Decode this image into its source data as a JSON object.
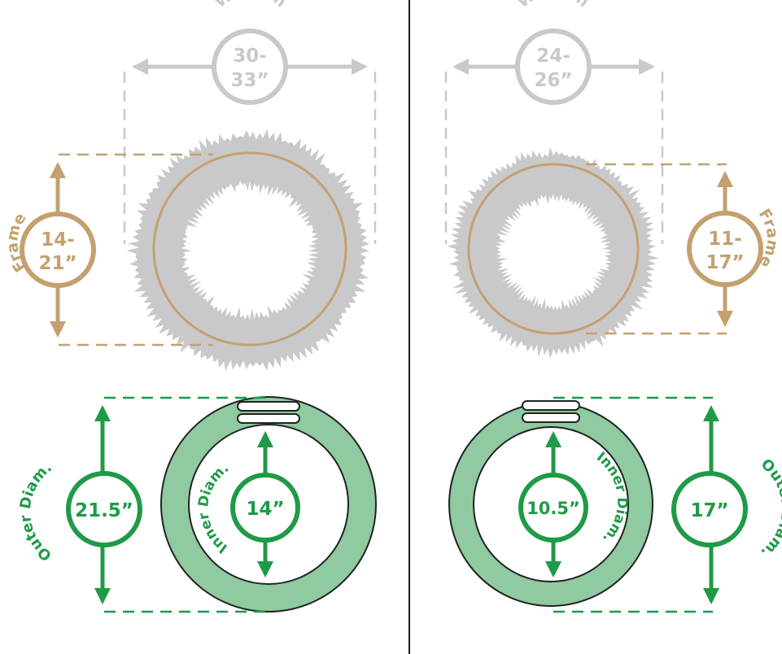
{
  "colors": {
    "wreath": "#c9c9cc",
    "wreath_dim": "#bdbdc0",
    "frame": "#c4a06f",
    "green": "#1f9a47",
    "green_fill": "#8fcaa0",
    "divider": "#1a1a1a",
    "outline": "#222222"
  },
  "panels": [
    {
      "side": "left",
      "wreath": {
        "label": "Wreath",
        "value_line1": "30-",
        "value_line2": "33”"
      },
      "frame": {
        "label": "Frame",
        "value_line1": "14-",
        "value_line2": "21”"
      },
      "outer_diameter": {
        "label": "Outer Diam.",
        "value": "21.5”"
      },
      "inner_diameter": {
        "label": "Inner Diam.",
        "value": "14”"
      }
    },
    {
      "side": "right",
      "wreath": {
        "label": "Wreath",
        "value_line1": "24-",
        "value_line2": "26”"
      },
      "frame": {
        "label": "Frame",
        "value_line1": "11-",
        "value_line2": "17”"
      },
      "outer_diameter": {
        "label": "Outer Diam.",
        "value": "17”"
      },
      "inner_diameter": {
        "label": "Inner Diam.",
        "value": "10.5”"
      }
    }
  ]
}
